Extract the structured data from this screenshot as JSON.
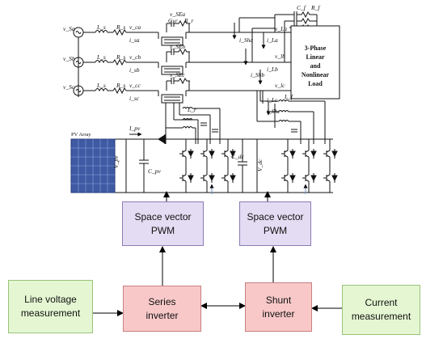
{
  "circuit": {
    "sources": [
      {
        "v": "v_Sa",
        "l": "L_s",
        "r": "R_s",
        "vc": "v_ca",
        "i": "i_sa"
      },
      {
        "v": "v_Sb",
        "l": "L_s",
        "r": "R_s",
        "vc": "v_cb",
        "i": "i_sb"
      },
      {
        "v": "v_Sc",
        "l": "L_s",
        "r": "R_s",
        "vc": "v_cc",
        "i": "i_sc"
      }
    ],
    "series_labels": {
      "vsea": "v_SEa",
      "vseb": "v_SEb",
      "vsec": "v_SEc",
      "cr": "C_r",
      "rr": "R_r",
      "lr": "L_r"
    },
    "shunt_labels": {
      "isha": "i_Sha",
      "ishb": "i_Shb",
      "ishc": "i_Shc",
      "lf": "L_f",
      "cf": "C_f",
      "rf": "R_f"
    },
    "load_labels": {
      "vla": "v_La",
      "ila": "i_La",
      "vlb": "v_lb",
      "ilb": "i_Lb",
      "vlc": "v_lc",
      "ilc": "i_Lc"
    },
    "load": {
      "line1": "3-Phase",
      "line2": "Linear",
      "line3": "and",
      "line4": "Nonlinear",
      "line5": "Load"
    },
    "pv": {
      "array": "PV Array",
      "ipv": "I_pv",
      "vpv": "V_pv",
      "cpv": "C_pv"
    },
    "dc": {
      "cdc": "C_dc",
      "vdc": "V_dc"
    }
  },
  "blocks": {
    "pwm_series": {
      "line1": "Space vector",
      "line2": "PWM"
    },
    "pwm_shunt": {
      "line1": "Space vector",
      "line2": "PWM"
    },
    "series_inverter": {
      "line1": "Series",
      "line2": "inverter"
    },
    "shunt_inverter": {
      "line1": "Shunt",
      "line2": "inverter"
    },
    "line_voltage": {
      "line1": "Line voltage",
      "line2": "measurement"
    },
    "current_meas": {
      "line1": "Current",
      "line2": "measurement"
    }
  }
}
